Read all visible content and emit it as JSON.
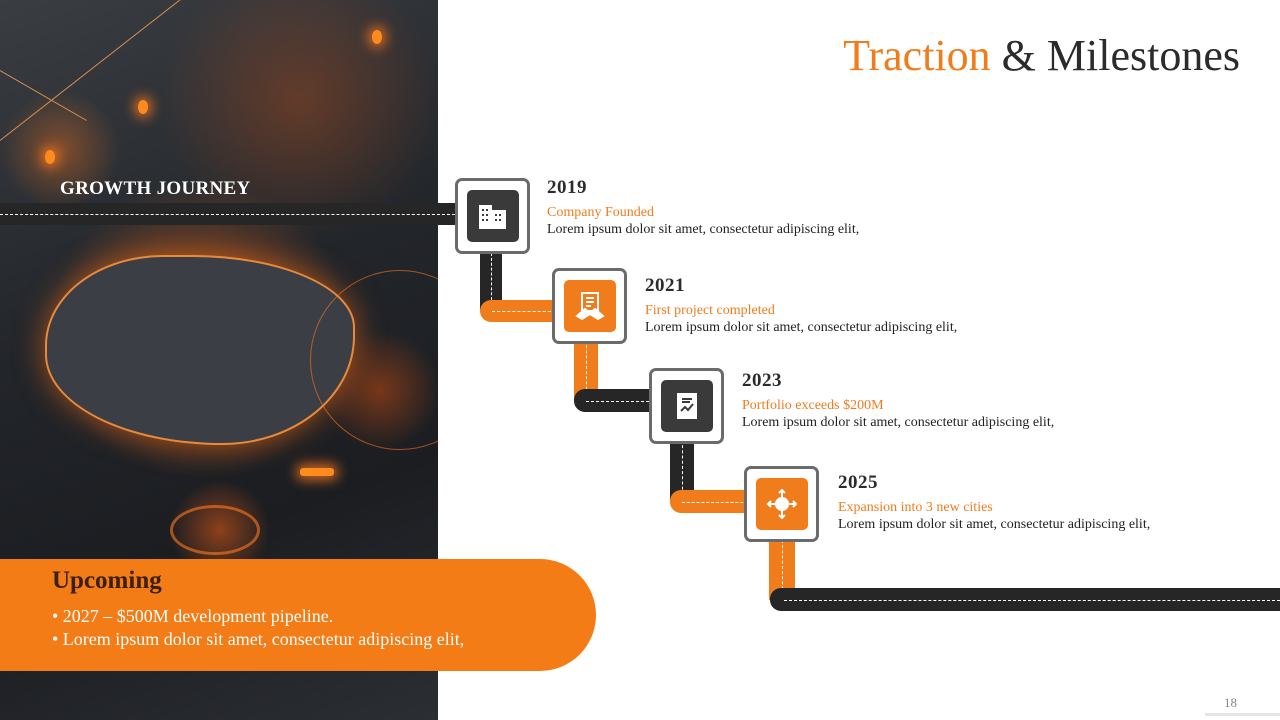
{
  "title": {
    "part1": "Traction",
    "part2": "& Milestones"
  },
  "image_label": "GROWTH JOURNEY",
  "milestones": [
    {
      "year": "2019",
      "subtitle": "Company Founded",
      "text": "Lorem ipsum dolor sit amet, consectetur adipiscing elit,",
      "icon": "building-icon"
    },
    {
      "year": "2021",
      "subtitle": "First project completed",
      "text": "Lorem ipsum dolor sit amet, consectetur adipiscing elit,",
      "icon": "handshake-document-icon"
    },
    {
      "year": "2023",
      "subtitle": "Portfolio exceeds $200M",
      "text": "Lorem ipsum dolor sit amet, consectetur adipiscing elit,",
      "icon": "report-chart-icon"
    },
    {
      "year": "2025",
      "subtitle": "Expansion into 3 new cities",
      "text": "Lorem ipsum dolor sit amet, consectetur adipiscing elit,",
      "icon": "expansion-arrows-icon"
    }
  ],
  "upcoming": {
    "heading": "Upcoming",
    "bullets": [
      "• 2027 – $500M development pipeline.",
      "• Lorem ipsum dolor sit amet, consectetur adipiscing elit,"
    ]
  },
  "page_number": "18",
  "colors": {
    "accent": "#f07c1c",
    "dark": "#262626"
  }
}
